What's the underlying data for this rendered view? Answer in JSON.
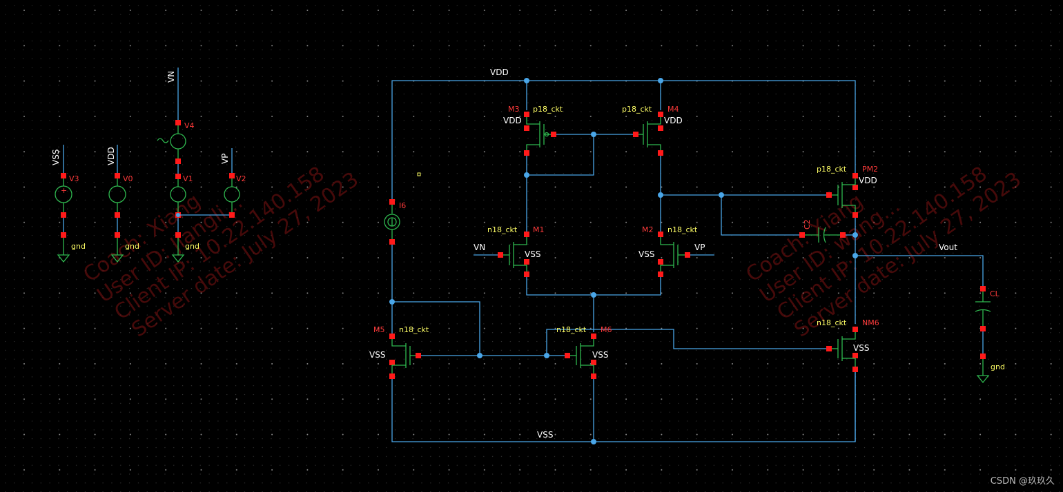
{
  "schematic": {
    "nets": {
      "vdd": "VDD",
      "vss": "VSS",
      "vout": "Vout",
      "vn": "VN",
      "vp": "VP",
      "gnd": "gnd"
    },
    "sources": [
      {
        "id": "V3",
        "net": "VSS"
      },
      {
        "id": "V0",
        "net": "VDD"
      },
      {
        "id": "V4",
        "net": "VN"
      },
      {
        "id": "V1",
        "net": ""
      },
      {
        "id": "V2",
        "net": "VP"
      }
    ],
    "devices": {
      "M3": {
        "name": "M3",
        "model": "p18_ckt",
        "body": "VDD"
      },
      "M4": {
        "name": "M4",
        "model": "p18_ckt",
        "body": "VDD"
      },
      "M1": {
        "name": "M1",
        "model": "n18_ckt",
        "body": "VSS"
      },
      "M2": {
        "name": "M2",
        "model": "n18_ckt",
        "body": "VSS"
      },
      "M5": {
        "name": "M5",
        "model": "n18_ckt",
        "body": "VSS"
      },
      "M6": {
        "name": "M6",
        "model": "n18_ckt",
        "body": "VSS"
      },
      "PM2": {
        "name": "PM2",
        "model": "p18_ckt",
        "body": "VDD"
      },
      "NM6": {
        "name": "NM6",
        "model": "n18_ckt",
        "body": "VSS"
      },
      "I6": {
        "name": "I6"
      },
      "C2": {
        "name": "C2"
      },
      "CL": {
        "name": "CL"
      }
    }
  },
  "watermark": {
    "line1": "Coach: Xiang",
    "line2": "User ID: Jiangli...",
    "line3": "Client IP: 10.22.140.158",
    "line4": "Server date: July 27, 2023",
    "line2b": "User ID: wang..."
  },
  "footer": {
    "text": "CSDN @玖玖久"
  }
}
